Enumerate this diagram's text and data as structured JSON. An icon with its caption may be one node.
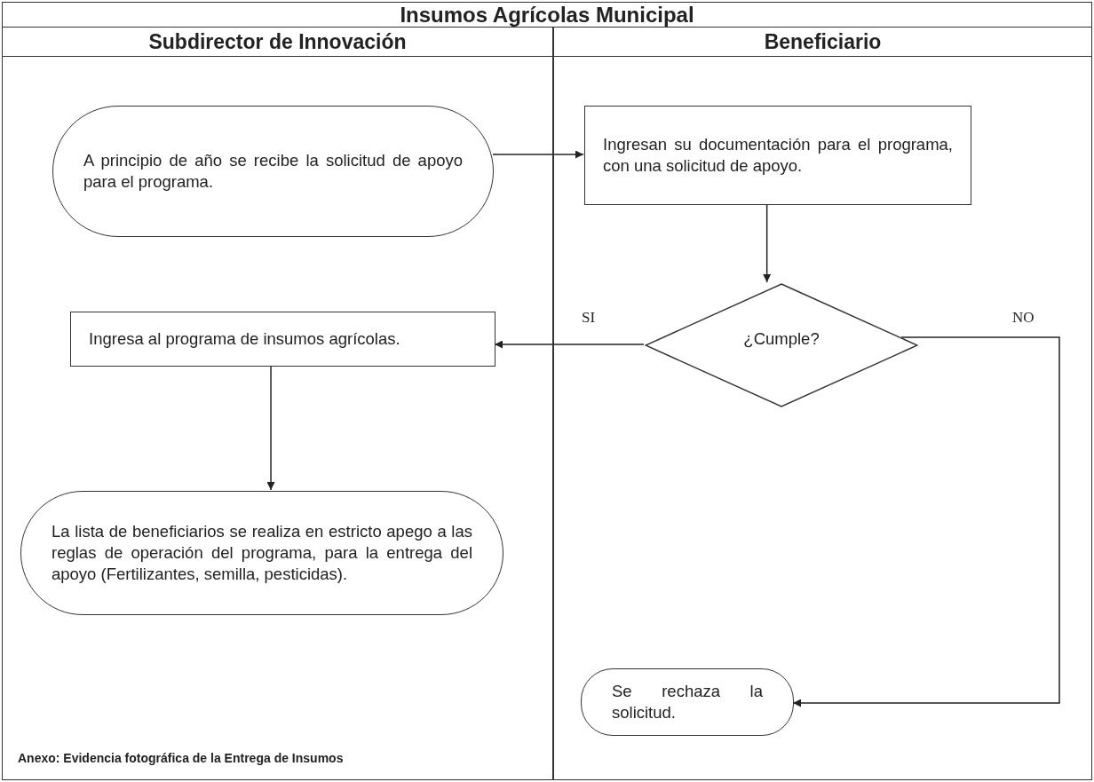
{
  "diagram": {
    "title": "Insumos Agrícolas Municipal",
    "nodes": [
      {
        "text": [
          "Subdirector de Innovación"
        ]
      },
      {
        "text": [
          "A principio de año se recibe la solicitud de apoyo para el programa."
        ],
        "in": 0
      },
      {
        "text": [
          "Beneficiario"
        ]
      },
      {
        "text": [
          "Ingresan su documentación para el programa, con una solicitud de apoyo."
        ],
        "in": 2
      },
      {
        "text": [
          "¿Cumple?"
        ],
        "in": 2
      },
      {
        "text": [
          "Ingresa al programa de insumos agrícolas."
        ],
        "in": 0
      },
      {
        "text": [
          "La lista de beneficiarios se realiza en estricto apego a las reglas de operación del programa, para la entrega del apoyo (Fertilizantes, semilla, pesticidas)."
        ],
        "in": 0
      },
      {
        "text": [
          "Se rechaza la solicitud."
        ],
        "in": 2
      }
    ],
    "edges": [
      {
        "from": 1,
        "to": 3,
        "arrow": "to"
      },
      {
        "from": 3,
        "to": 4,
        "arrow": "to"
      },
      {
        "from": 4,
        "to": 5,
        "arrow": "to",
        "label": "SI"
      },
      {
        "from": 4,
        "to": 7,
        "arrow": "to",
        "label": "NO"
      },
      {
        "from": 5,
        "to": 6,
        "arrow": "to"
      }
    ],
    "labels": [
      "Anexo: Evidencia fotográfica de la Entrega de Insumos"
    ]
  }
}
